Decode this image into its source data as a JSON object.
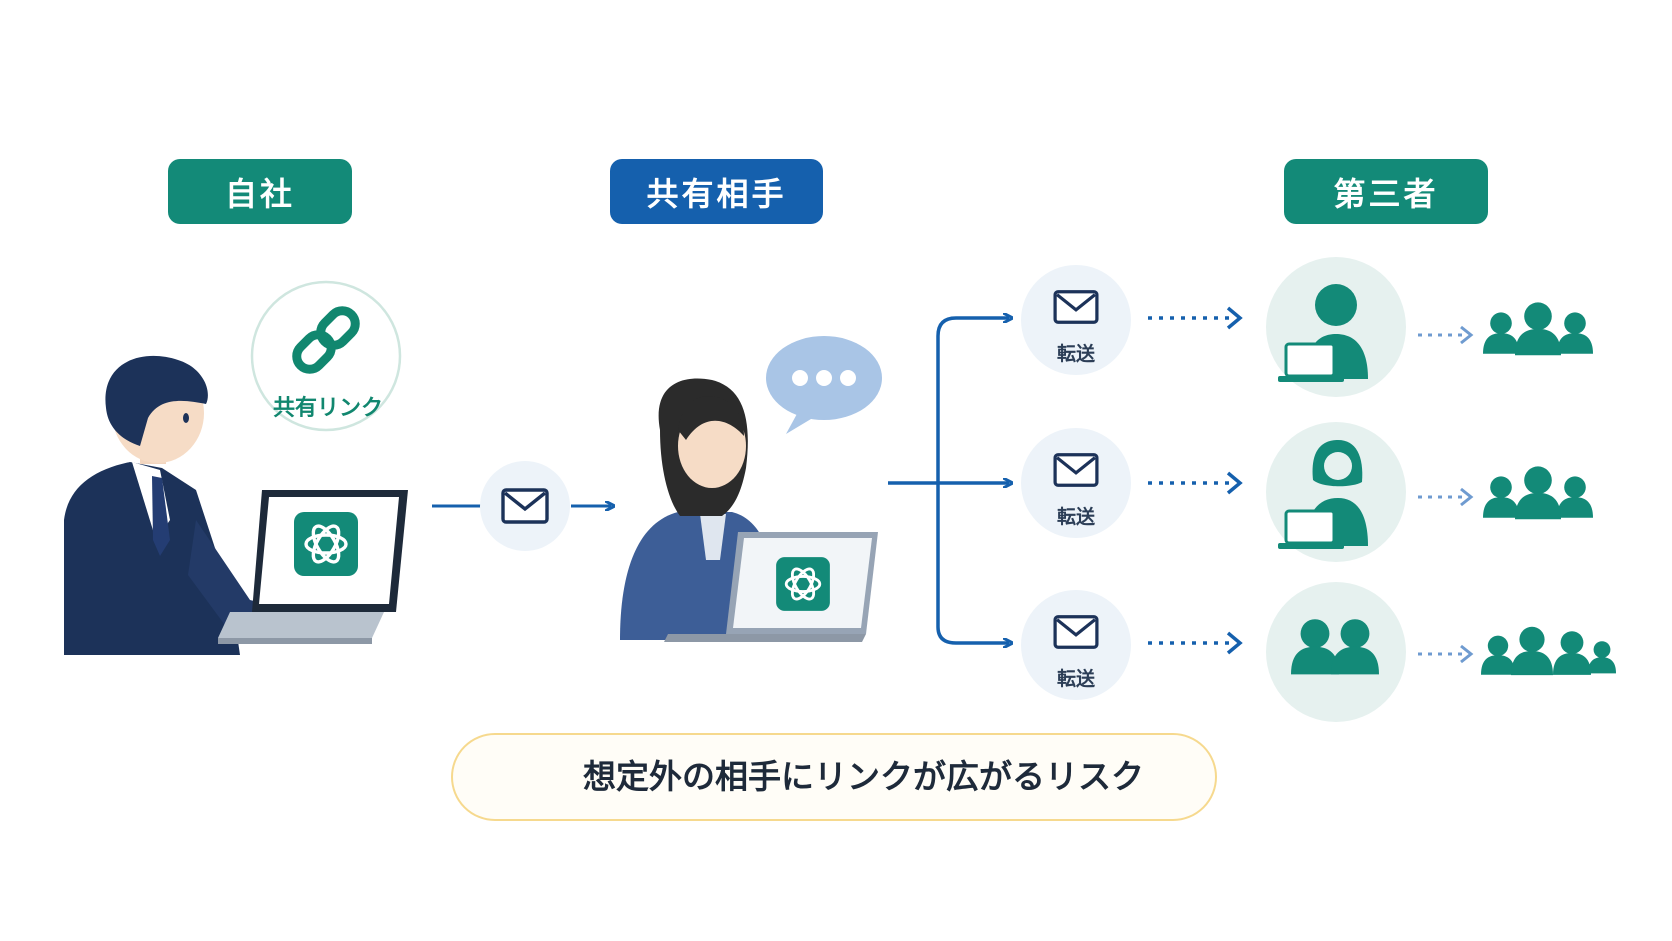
{
  "columns": {
    "self": {
      "label": "自社",
      "color": "#138a78"
    },
    "partner": {
      "label": "共有相手",
      "color": "#1560ad"
    },
    "third_party": {
      "label": "第三者",
      "color": "#138a78"
    }
  },
  "share_link_badge": {
    "label": "共有リンク",
    "icon": "link-icon"
  },
  "forward_nodes": [
    {
      "label": "転送",
      "icon": "envelope-icon"
    },
    {
      "label": "転送",
      "icon": "envelope-icon"
    },
    {
      "label": "転送",
      "icon": "envelope-icon"
    }
  ],
  "recipients": [
    {
      "icon": "man-with-laptop-icon"
    },
    {
      "icon": "woman-with-laptop-icon"
    },
    {
      "icon": "two-people-icon"
    }
  ],
  "crowds": [
    {
      "icon": "group-icon"
    },
    {
      "icon": "group-icon"
    },
    {
      "icon": "large-group-icon"
    }
  ],
  "app_icon": "chatgpt-logo-icon",
  "warning": {
    "text": "想定外の相手にリンクが広がるリスク",
    "icon": "warning-triangle-icon",
    "accent": "#f5a623"
  },
  "colors": {
    "teal": "#138a78",
    "blue": "#1560ad",
    "navy": "#1c3259",
    "circle_bg": "#e6f1ef",
    "envelope_bg": "#edf3f9"
  }
}
